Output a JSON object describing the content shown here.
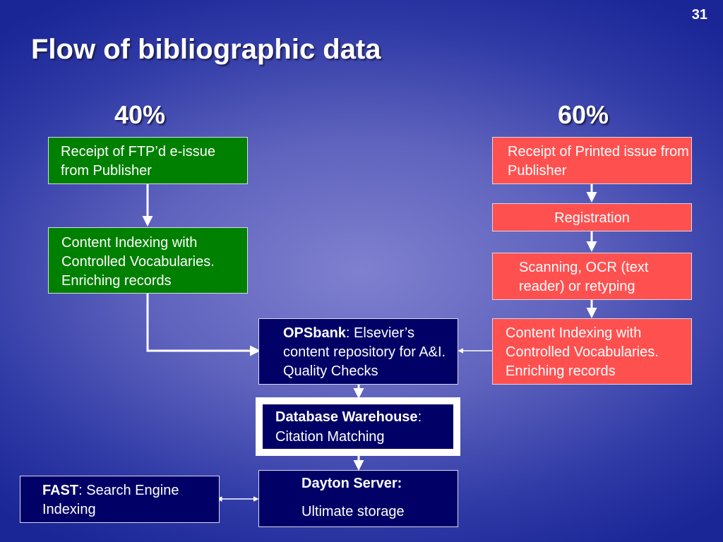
{
  "slide_number": "31",
  "title": "Flow of bibliographic data",
  "left_column": {
    "percent": "40%",
    "steps": [
      "Receipt of FTP’d e-issue from Publisher",
      "Content Indexing with Controlled Vocabularies. Enriching records"
    ]
  },
  "right_column": {
    "percent": "60%",
    "steps": [
      "Receipt of Printed issue from Publisher",
      "Registration",
      "Scanning, OCR (text reader) or retyping",
      "Content Indexing with Controlled Vocabularies. Enriching records"
    ]
  },
  "center_column": {
    "opsbank": {
      "name": "OPSbank",
      "text": ": Elsevier’s content repository for A&I. Quality Checks"
    },
    "warehouse": {
      "name": "Database Warehouse",
      "text": ": Citation Matching"
    },
    "dayton": {
      "name": "Dayton Server:",
      "text": "Ultimate storage"
    }
  },
  "fast": {
    "name": "FAST",
    "text": ": Search Engine Indexing"
  },
  "colors": {
    "ftp_path": "#008000",
    "print_path": "#ff5050",
    "central_systems": "#000066",
    "background": "#5f63bd"
  }
}
